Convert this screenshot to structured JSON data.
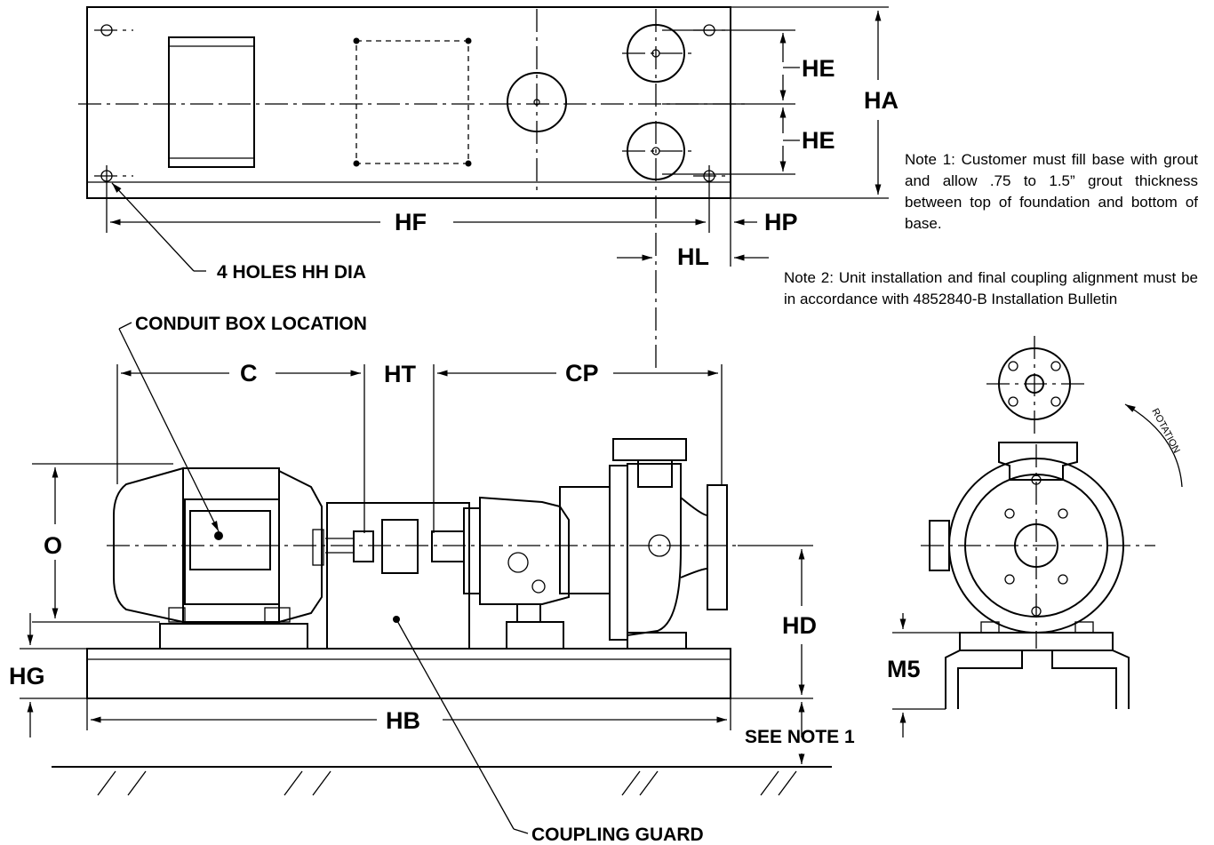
{
  "dimensions": {
    "ha": "HA",
    "he_top": "HE",
    "he_bottom": "HE",
    "hf": "HF",
    "hp": "HP",
    "hl": "HL",
    "c": "C",
    "ht": "HT",
    "cp": "CP",
    "o": "O",
    "hd": "HD",
    "hg": "HG",
    "hb": "HB",
    "m5": "M5"
  },
  "labels": {
    "holes": "4 HOLES HH DIA",
    "conduit": "CONDUIT BOX LOCATION",
    "coupling_guard": "COUPLING GUARD",
    "see_note": "SEE NOTE 1",
    "rotation": "ROTATION"
  },
  "notes": {
    "note1": "Note 1: Customer must fill base with grout and allow .75 to 1.5” grout thickness between top of foundation and bottom of base.",
    "note2": "Note 2: Unit installation and final coupling alignment must be in accordance with 4852840-B Installation Bulletin"
  }
}
